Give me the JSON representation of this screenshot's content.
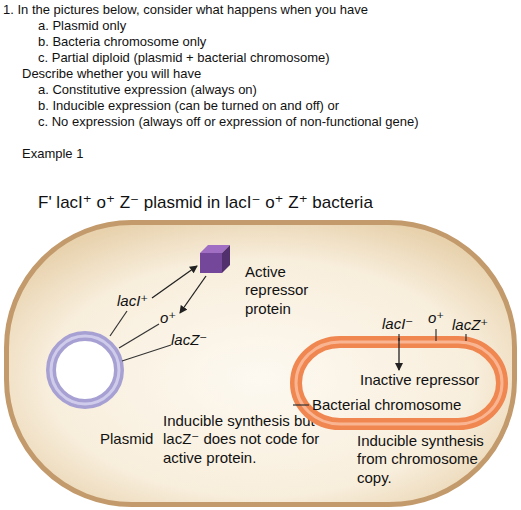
{
  "diagram": {
    "title": "F' lacI⁺ o⁺ Z⁻ plasmid in lacI⁻ o⁺ Z⁺ bacteria",
    "nodes": [
      {
        "text": [
          "Inducible synthesis but lacZ⁻ does not code for active protein.",
          "Inducible synthesis from chromosome copy."
        ]
      },
      {
        "text": [
          "Plasmid"
        ],
        "in": 0
      },
      {
        "text": [
          "Active repressor protein"
        ],
        "in": 0
      },
      {
        "text": [
          "Bacterial chromosome"
        ],
        "in": 0
      }
    ],
    "labels": [
      "1. In the pictures below, consider what happens when you have",
      "a. Plasmid only",
      "b. Bacteria chromosome only",
      "c. Partial diploid (plasmid + bacterial chromosome)",
      "Describe whether you will have",
      "a. Constitutive expression (always on)",
      "b. Inducible expression (can be turned on and off) or",
      "c. No expression (always off or expression of non-functional gene)",
      "Example 1",
      "lacI⁺",
      "o⁺",
      "lacZ⁻",
      "lacI⁻",
      "o⁺",
      "lacZ⁺",
      "Inactive repressor"
    ]
  }
}
